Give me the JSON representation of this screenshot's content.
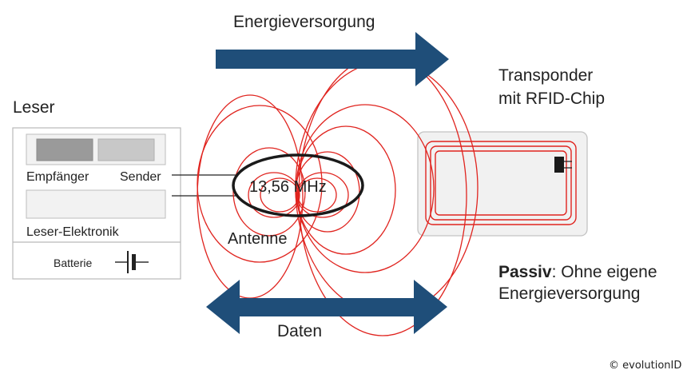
{
  "colors": {
    "arrow": "#1f4e79",
    "field_lines": "#e0241f",
    "panel_border": "#b9b9b9",
    "slot_dark": "#9a9a9a",
    "slot_light": "#c8c8c8",
    "card_fill": "#f1f1f1",
    "chip": "#1a1a1a"
  },
  "title_top": "Energieversorgung",
  "reader": {
    "title": "Leser",
    "receiver_label": "Empfänger",
    "sender_label": "Sender",
    "electronics_label": "Leser-Elektronik",
    "battery_label": "Batterie"
  },
  "antenna": {
    "frequency": "13,56 MHz",
    "label": "Antenne"
  },
  "transponder": {
    "title_line1": "Transponder",
    "title_line2": "mit RFID-Chip"
  },
  "passive_note": {
    "bold": "Passiv",
    "rest": ": Ohne eigene",
    "line2": "Energieversorgung"
  },
  "data_label": "Daten",
  "copyright": "© evolutionID",
  "icons": [
    "arrow-right-icon",
    "arrow-double-icon",
    "battery-icon",
    "chip-icon"
  ]
}
